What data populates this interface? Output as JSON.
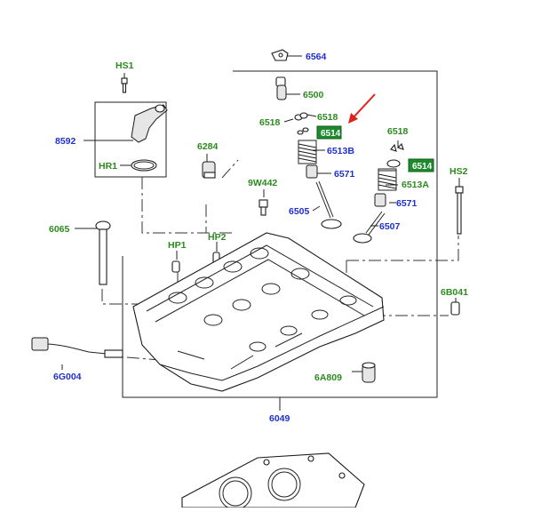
{
  "diagram": {
    "labels": [
      {
        "id": "hs1",
        "text": "HS1",
        "color": "green"
      },
      {
        "id": "p6564",
        "text": "6564",
        "color": "blue"
      },
      {
        "id": "p6500",
        "text": "6500",
        "color": "green"
      },
      {
        "id": "p6518a",
        "text": "6518",
        "color": "green"
      },
      {
        "id": "p6518b",
        "text": "6518",
        "color": "green"
      },
      {
        "id": "p6518c",
        "text": "6518",
        "color": "green"
      },
      {
        "id": "p8592",
        "text": "8592",
        "color": "blue"
      },
      {
        "id": "p6284",
        "text": "6284",
        "color": "green"
      },
      {
        "id": "p6513b",
        "text": "6513B",
        "color": "blue"
      },
      {
        "id": "p6513a",
        "text": "6513A",
        "color": "green"
      },
      {
        "id": "hr1",
        "text": "HR1",
        "color": "green"
      },
      {
        "id": "p6571a",
        "text": "6571",
        "color": "blue"
      },
      {
        "id": "p6571b",
        "text": "6571",
        "color": "blue"
      },
      {
        "id": "hs2",
        "text": "HS2",
        "color": "green"
      },
      {
        "id": "p9w442",
        "text": "9W442",
        "color": "green"
      },
      {
        "id": "p6505",
        "text": "6505",
        "color": "blue"
      },
      {
        "id": "p6507",
        "text": "6507",
        "color": "blue"
      },
      {
        "id": "p6065",
        "text": "6065",
        "color": "green"
      },
      {
        "id": "hp1",
        "text": "HP1",
        "color": "green"
      },
      {
        "id": "hp2",
        "text": "HP2",
        "color": "green"
      },
      {
        "id": "p6b041",
        "text": "6B041",
        "color": "green"
      },
      {
        "id": "p6g004",
        "text": "6G004",
        "color": "blue"
      },
      {
        "id": "p6a809",
        "text": "6A809",
        "color": "green"
      },
      {
        "id": "p6049",
        "text": "6049",
        "color": "blue"
      }
    ],
    "highlights": [
      {
        "id": "hl1",
        "text": "6514"
      },
      {
        "id": "hl2",
        "text": "6514"
      }
    ],
    "colors": {
      "green": "#2d8a1e",
      "blue": "#1f2fd0",
      "highlight": "#1e8a2e",
      "arrow": "#e0201a"
    }
  }
}
